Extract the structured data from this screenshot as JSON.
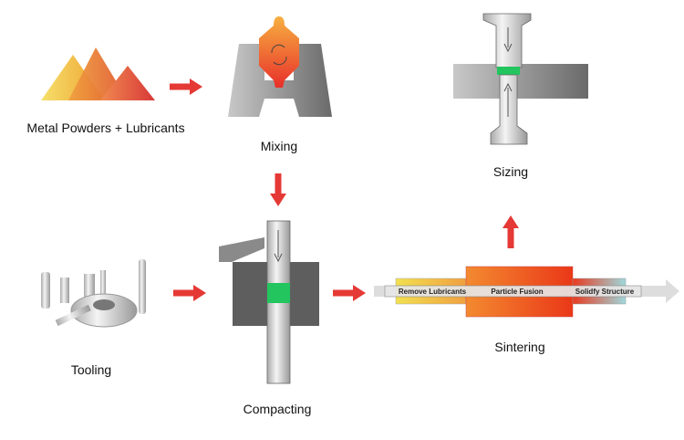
{
  "steps": {
    "powders": "Metal Powders + Lubricants",
    "mixing": "Mixing",
    "tooling": "Tooling",
    "compacting": "Compacting",
    "sintering": "Sintering",
    "sizing": "Sizing"
  },
  "sintering_stages": [
    "Remove Lubricants",
    "Particle Fusion",
    "Solidfy Structure"
  ],
  "colors": {
    "arrow": "#e53935",
    "green": "#22c55e",
    "steel": "#6b6b6b"
  },
  "icons": [
    "powder-piles-icon",
    "mixer-icon",
    "tooling-icon",
    "compacting-press-icon",
    "sintering-furnace-icon",
    "sizing-press-icon"
  ]
}
